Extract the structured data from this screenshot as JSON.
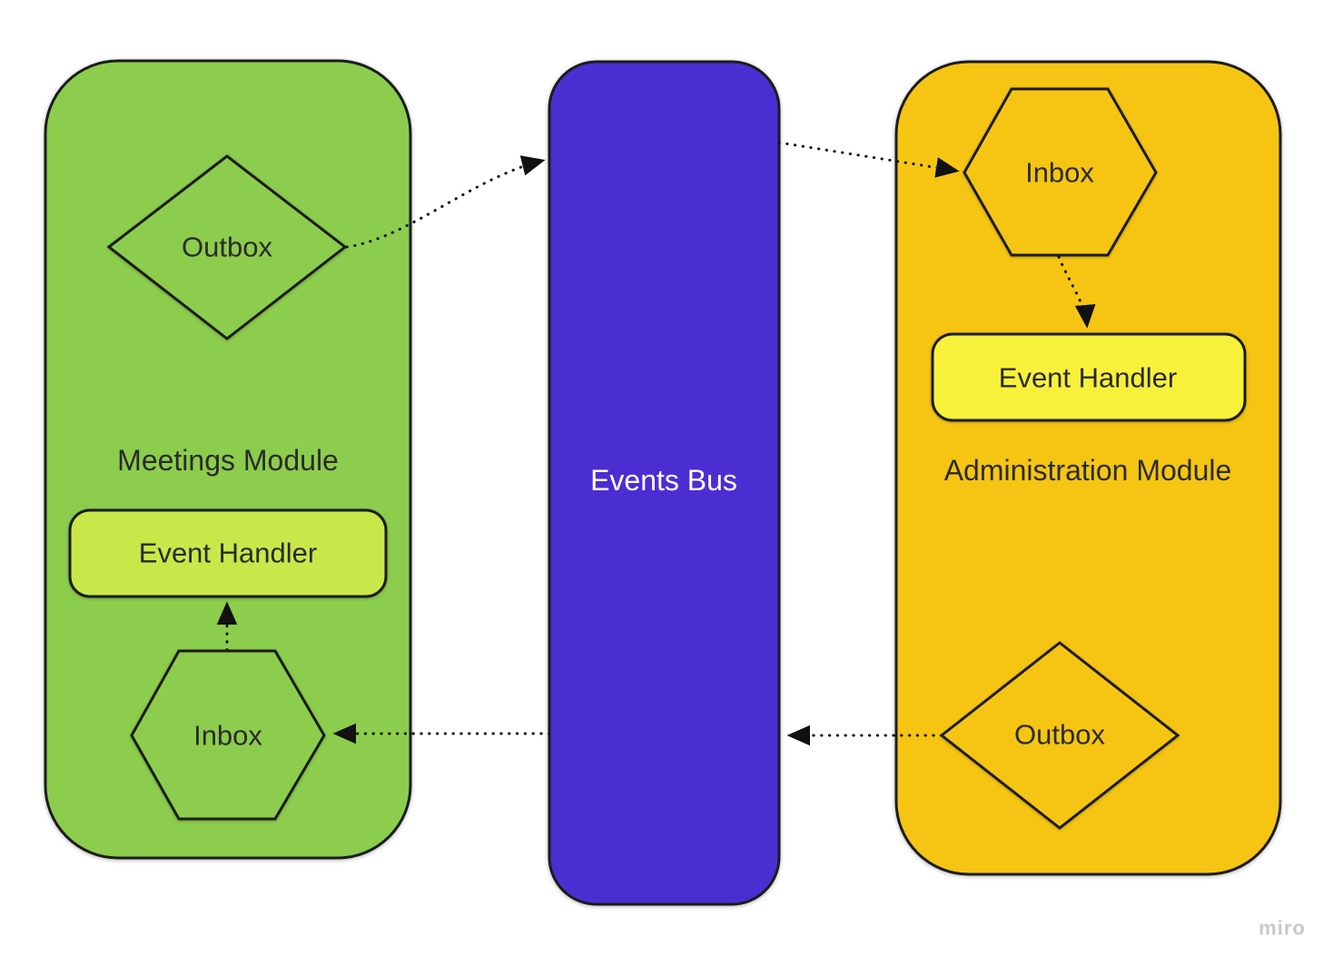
{
  "watermark": "miro",
  "colors": {
    "meetings_module": "#8CCD4D",
    "meetings_event_handler": "#C8E84A",
    "events_bus": "#4B2ED2",
    "administration_module": "#F6C513",
    "administration_event_handler": "#F8F13B",
    "stroke": "#1C1C1C",
    "label_text": "#2B2B2B",
    "events_bus_text": "#FFFFFF"
  },
  "meetings_module": {
    "title": "Meetings Module",
    "outbox": "Outbox",
    "inbox": "Inbox",
    "event_handler": "Event Handler"
  },
  "events_bus": {
    "title": "Events Bus"
  },
  "administration_module": {
    "title": "Administration Module",
    "inbox": "Inbox",
    "outbox": "Outbox",
    "event_handler": "Event Handler"
  },
  "connections": [
    {
      "from": "meetings-outbox",
      "to": "events-bus",
      "style": "dotted-arrow"
    },
    {
      "from": "events-bus",
      "to": "administration-inbox",
      "style": "dotted-arrow"
    },
    {
      "from": "administration-inbox",
      "to": "administration-event-handler",
      "style": "dotted-arrow"
    },
    {
      "from": "administration-outbox",
      "to": "events-bus",
      "style": "dotted-arrow"
    },
    {
      "from": "events-bus",
      "to": "meetings-inbox",
      "style": "dotted-arrow"
    },
    {
      "from": "meetings-inbox",
      "to": "meetings-event-handler",
      "style": "dotted-arrow"
    }
  ]
}
